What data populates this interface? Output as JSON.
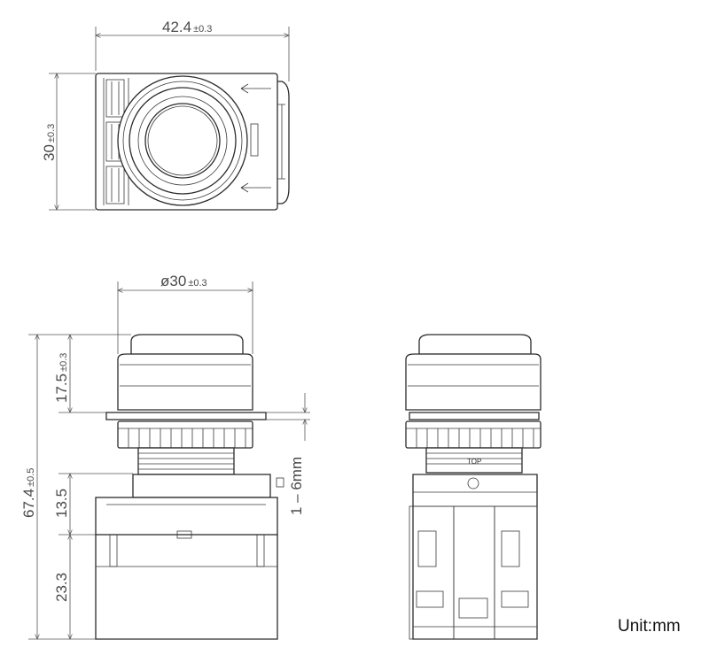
{
  "dimensions": {
    "top_width": {
      "value": "42.4",
      "tolerance": "±0.3"
    },
    "top_height": {
      "value": "30",
      "tolerance": "±0.3"
    },
    "diameter": {
      "symbol": "ø",
      "value": "30",
      "tolerance": "±0.3"
    },
    "button_height": {
      "value": "17.5",
      "tolerance": "±0.3"
    },
    "total_height": {
      "value": "67.4",
      "tolerance": "±0.5"
    },
    "mount_height": {
      "value": "13.5"
    },
    "block_height": {
      "value": "23.3"
    },
    "panel_range": {
      "value": "1 – 6mm"
    }
  },
  "unit_label": "Unit:mm",
  "marking": "TOP",
  "colors": {
    "line": "#2b2b2b",
    "dim_text": "#4a4a4a"
  }
}
